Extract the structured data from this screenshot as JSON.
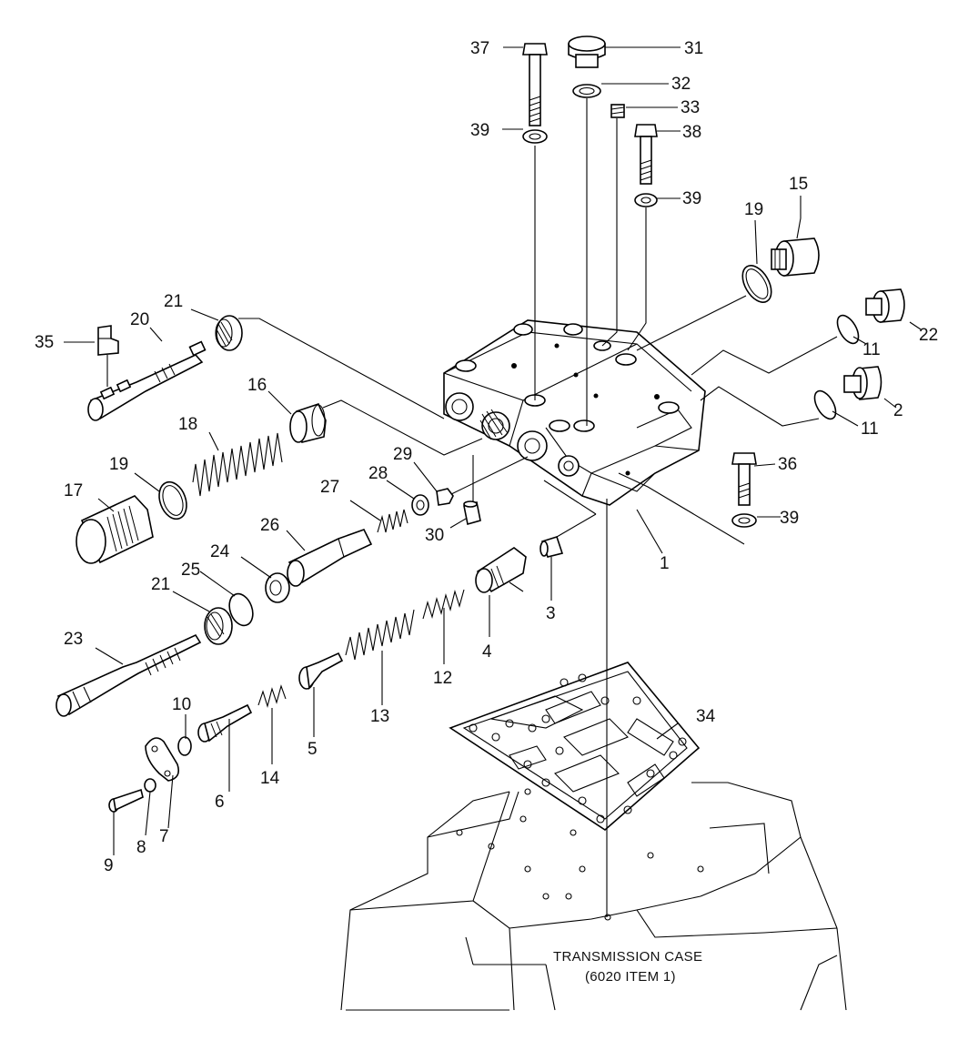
{
  "diagram": {
    "case_label": {
      "line1": "TRANSMISSION CASE",
      "line2": "(6020 ITEM 1)"
    },
    "callouts": [
      {
        "id": "c37",
        "text": "37"
      },
      {
        "id": "c31",
        "text": "31"
      },
      {
        "id": "c32",
        "text": "32"
      },
      {
        "id": "c33",
        "text": "33"
      },
      {
        "id": "c39a",
        "text": "39"
      },
      {
        "id": "c38",
        "text": "38"
      },
      {
        "id": "c39b",
        "text": "39"
      },
      {
        "id": "c15",
        "text": "15"
      },
      {
        "id": "c19a",
        "text": "19"
      },
      {
        "id": "c21a",
        "text": "21"
      },
      {
        "id": "c20",
        "text": "20"
      },
      {
        "id": "c35",
        "text": "35"
      },
      {
        "id": "c22",
        "text": "22"
      },
      {
        "id": "c11a",
        "text": "11"
      },
      {
        "id": "c2",
        "text": "2"
      },
      {
        "id": "c11b",
        "text": "11"
      },
      {
        "id": "c16",
        "text": "16"
      },
      {
        "id": "c18",
        "text": "18"
      },
      {
        "id": "c29",
        "text": "29"
      },
      {
        "id": "c28",
        "text": "28"
      },
      {
        "id": "c27",
        "text": "27"
      },
      {
        "id": "c36",
        "text": "36"
      },
      {
        "id": "c39c",
        "text": "39"
      },
      {
        "id": "c19b",
        "text": "19"
      },
      {
        "id": "c17",
        "text": "17"
      },
      {
        "id": "c30",
        "text": "30"
      },
      {
        "id": "c26",
        "text": "26"
      },
      {
        "id": "c1",
        "text": "1"
      },
      {
        "id": "c24",
        "text": "24"
      },
      {
        "id": "c25",
        "text": "25"
      },
      {
        "id": "c21b",
        "text": "21"
      },
      {
        "id": "c3",
        "text": "3"
      },
      {
        "id": "c4",
        "text": "4"
      },
      {
        "id": "c23",
        "text": "23"
      },
      {
        "id": "c12",
        "text": "12"
      },
      {
        "id": "c13",
        "text": "13"
      },
      {
        "id": "c10",
        "text": "10"
      },
      {
        "id": "c34",
        "text": "34"
      },
      {
        "id": "c5",
        "text": "5"
      },
      {
        "id": "c14",
        "text": "14"
      },
      {
        "id": "c6",
        "text": "6"
      },
      {
        "id": "c7",
        "text": "7"
      },
      {
        "id": "c8",
        "text": "8"
      },
      {
        "id": "c9",
        "text": "9"
      }
    ]
  }
}
